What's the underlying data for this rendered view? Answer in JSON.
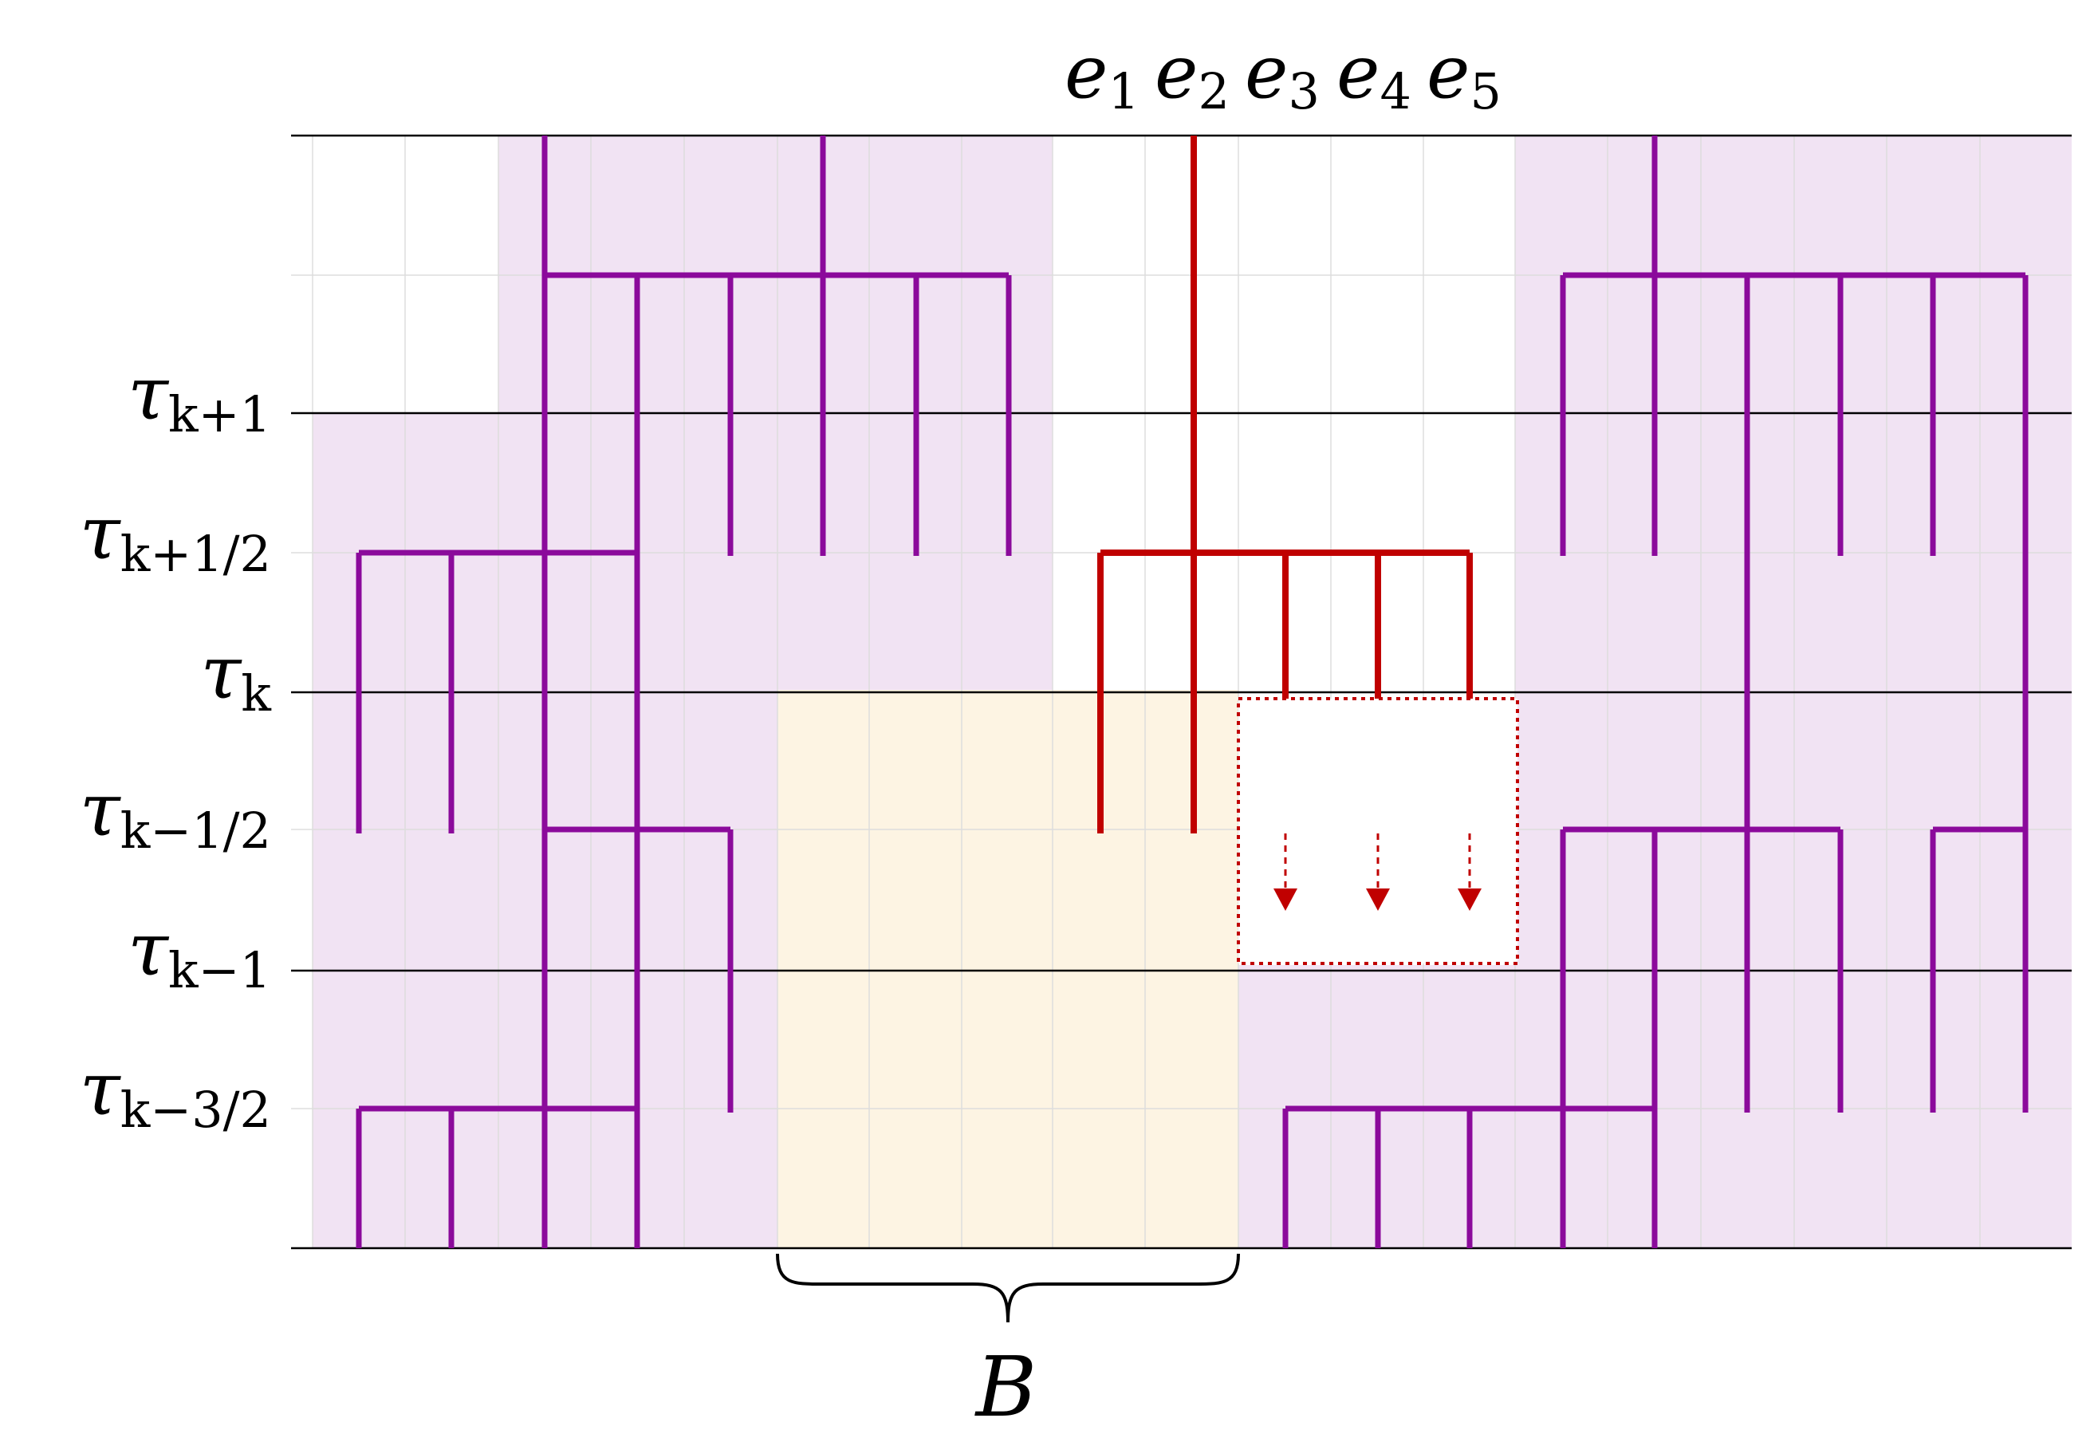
{
  "diagram": {
    "edge_labels": [
      {
        "base": "e",
        "sub": "1"
      },
      {
        "base": "e",
        "sub": "2"
      },
      {
        "base": "e",
        "sub": "3"
      },
      {
        "base": "e",
        "sub": "4"
      },
      {
        "base": "e",
        "sub": "5"
      }
    ],
    "level_labels": [
      {
        "base": "τ",
        "sub": "k+1"
      },
      {
        "base": "τ",
        "sub": "k+1/2"
      },
      {
        "base": "τ",
        "sub": "k"
      },
      {
        "base": "τ",
        "sub": "k−1/2"
      },
      {
        "base": "τ",
        "sub": "k−1"
      },
      {
        "base": "τ",
        "sub": "k−3/2"
      }
    ],
    "brace_label": "B",
    "colors": {
      "purple_tree": "#8B0A9B",
      "red_tree": "#C00000",
      "purple_fill": "#F1E3F3",
      "yellow_fill": "#FDF4E3",
      "grid_line": "#DDDDDD",
      "level_line": "#000000"
    }
  }
}
